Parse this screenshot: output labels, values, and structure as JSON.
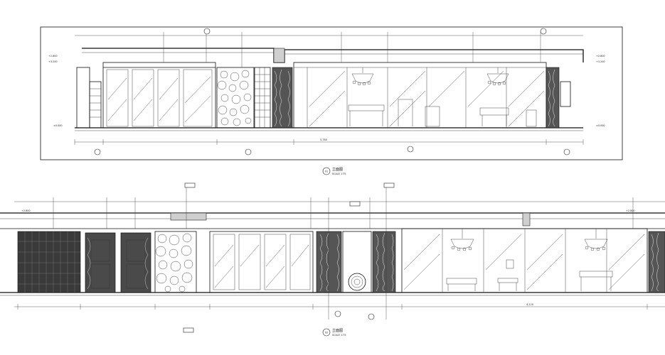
{
  "drawing": {
    "type": "architectural-interior-elevations",
    "elevations": [
      {
        "id": "upper",
        "title": "立面图",
        "scale_note": "SCALE 1:75",
        "callout_number": "01",
        "level_labels": [
          "±0.000",
          "±0.000",
          "+2.800",
          "+2.800",
          "+3.200",
          "+3.200"
        ],
        "overall_dimension": "5,780"
      },
      {
        "id": "lower",
        "title": "立面图",
        "scale_note": "SCALE 1:75",
        "callout_number": "02",
        "level_labels": [
          "+2.800",
          "+2.800"
        ],
        "overall_dimension": "4,120"
      }
    ],
    "colors": {
      "line": "#111111",
      "fill_gray": "#cfcfcf",
      "background": "#ffffff"
    }
  }
}
